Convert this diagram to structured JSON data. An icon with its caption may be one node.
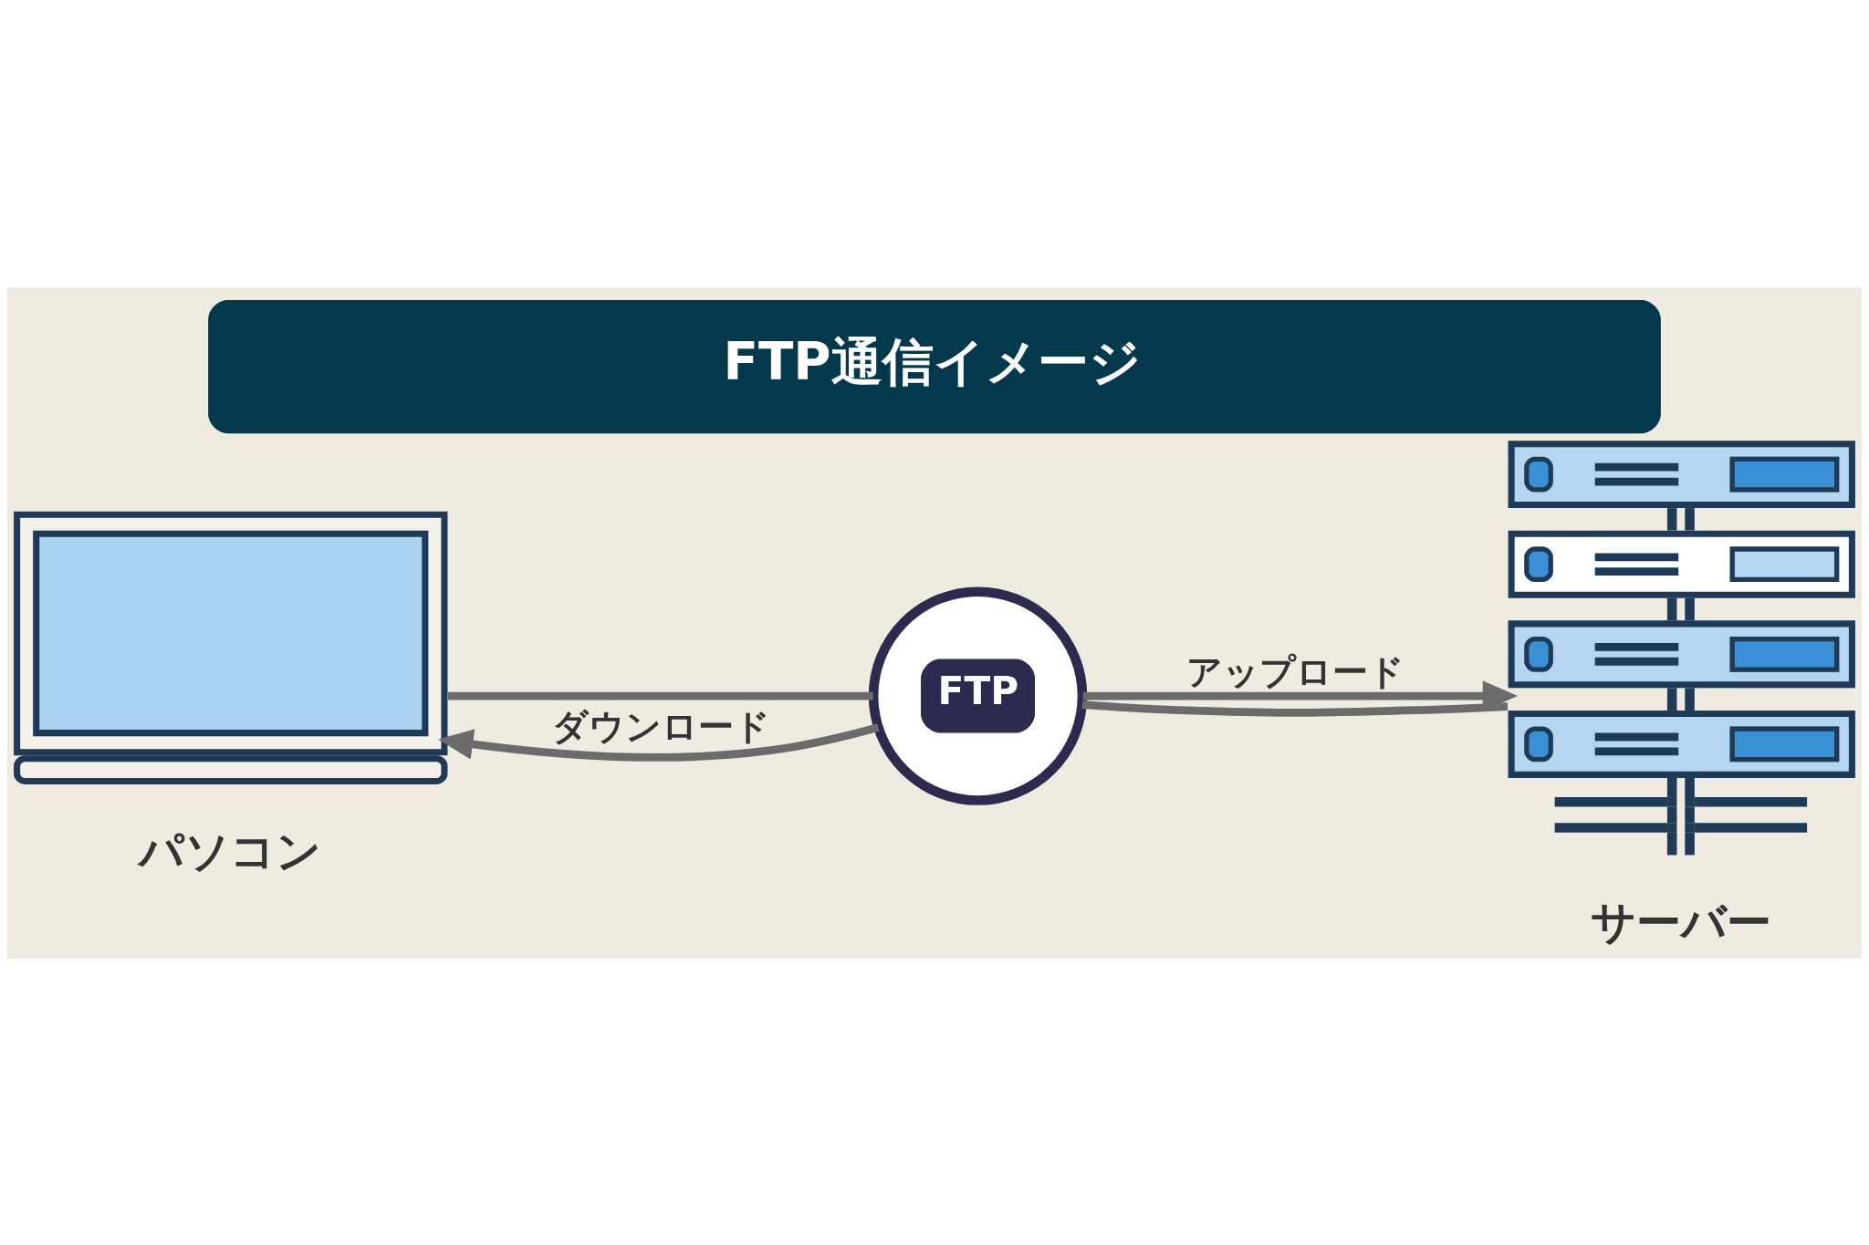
{
  "diagram": {
    "title": "FTP通信イメージ",
    "nodes": [
      {
        "text": [
          "パソコン"
        ]
      },
      {
        "text": [
          "FTP"
        ]
      },
      {
        "text": [
          "サーバー"
        ]
      }
    ],
    "edges": [
      {
        "from": 0,
        "to": 1,
        "arrow": "none"
      },
      {
        "from": 1,
        "to": 2,
        "arrow": "to",
        "label": "アップロード"
      },
      {
        "from": 2,
        "to": 1,
        "arrow": "none"
      },
      {
        "from": 1,
        "to": 0,
        "arrow": "to",
        "label": "ダウンロード"
      }
    ]
  }
}
